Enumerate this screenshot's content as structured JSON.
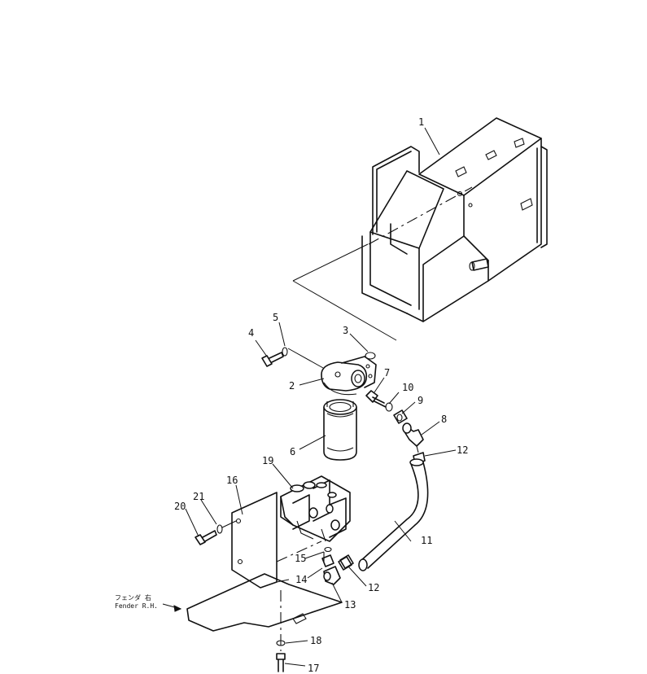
{
  "callouts": [
    "1",
    "2",
    "3",
    "4",
    "5",
    "6",
    "7",
    "8",
    "9",
    "10",
    "11",
    "12",
    "12",
    "13",
    "14",
    "15",
    "16",
    "17",
    "18",
    "19",
    "20",
    "21"
  ],
  "fender_note": {
    "line1": "フェンダ 右",
    "line2": "Fender R.H."
  }
}
